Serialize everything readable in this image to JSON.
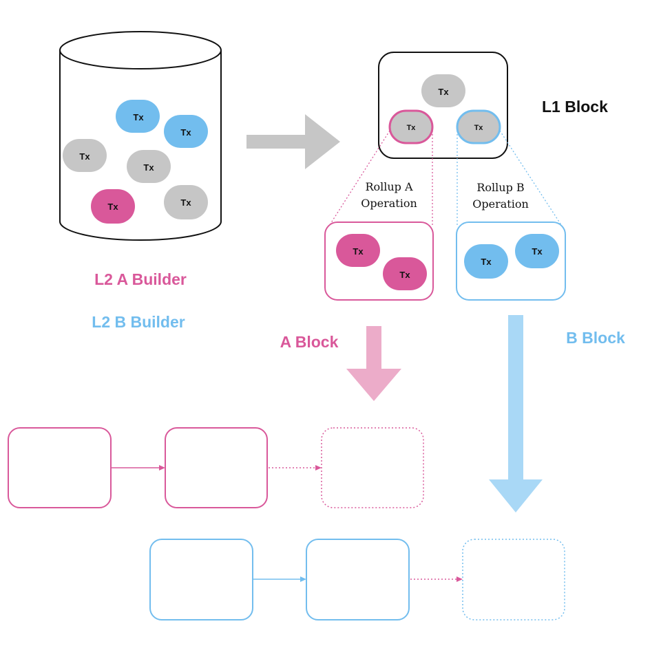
{
  "colors": {
    "pink": "#d9589a",
    "pink_light": "#ecacc9",
    "blue": "#72bdee",
    "blue_light": "#a9d8f6",
    "gray": "#c6c6c6",
    "black": "#111111"
  },
  "mempool": {
    "tx_label": "Tx"
  },
  "l1_block": {
    "label": "L1 Block",
    "tx_label": "Tx"
  },
  "rollup_a": {
    "line1": "Rollup A",
    "line2": "Operation",
    "tx_label": "Tx"
  },
  "rollup_b": {
    "line1": "Rollup B",
    "line2": "Operation",
    "tx_label": "Tx"
  },
  "builders": {
    "a_label": "L2 A Builder",
    "b_label": "L2 B Builder"
  },
  "flows": {
    "a_block_label": "A Block",
    "b_block_label": "B Block"
  }
}
